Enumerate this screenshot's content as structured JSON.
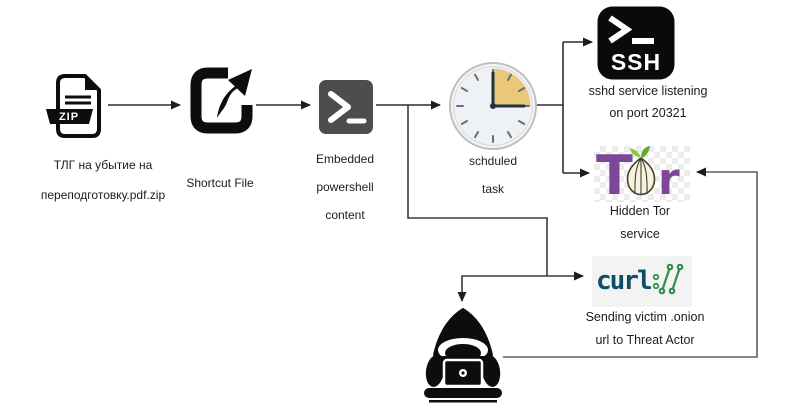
{
  "colors": {
    "line_dark": "#2b2b2b",
    "line_gray": "#5f5f5f",
    "arrow_head": "#1d1d1d",
    "icon_black": "#0d0d0d",
    "powershell_gray": "#4d4d4d",
    "ssh_black": "#0a0a0a",
    "tor_purple": "#7d4698",
    "onion_cream": "#f7f2e0",
    "onion_outline": "#45402e",
    "sprout_green_light": "#8ec73f",
    "sprout_green_dark": "#5fae27",
    "curl_blue": "#0f4e66",
    "curl_green": "#2f8f4e",
    "clock_face": "#eef2f6",
    "clock_wedge": "#e9c87c",
    "clock_hand": "#25313f"
  },
  "nodes": {
    "zip_file": {
      "badge": "ZIP",
      "label_lines": [
        "ТЛГ на убытие на",
        "переподготовку.pdf.zip"
      ]
    },
    "shortcut": {
      "label_lines": [
        "Shortcut File"
      ]
    },
    "powershell": {
      "label_lines": [
        "Embedded",
        "powershell",
        "content"
      ]
    },
    "scheduled_task": {
      "label_lines": [
        "schduled",
        "task"
      ]
    },
    "ssh": {
      "icon_text": "SSH",
      "label_lines": [
        "sshd service listening",
        "on port 20321"
      ]
    },
    "tor": {
      "letter_t": "T",
      "letter_r": "r",
      "label_lines": [
        "Hidden Tor",
        "service"
      ]
    },
    "curl": {
      "logo_text": "curl",
      "label_lines": [
        "Sending victim .onion",
        "url to Threat Actor"
      ]
    },
    "threat_actor": {
      "label_lines": []
    }
  }
}
